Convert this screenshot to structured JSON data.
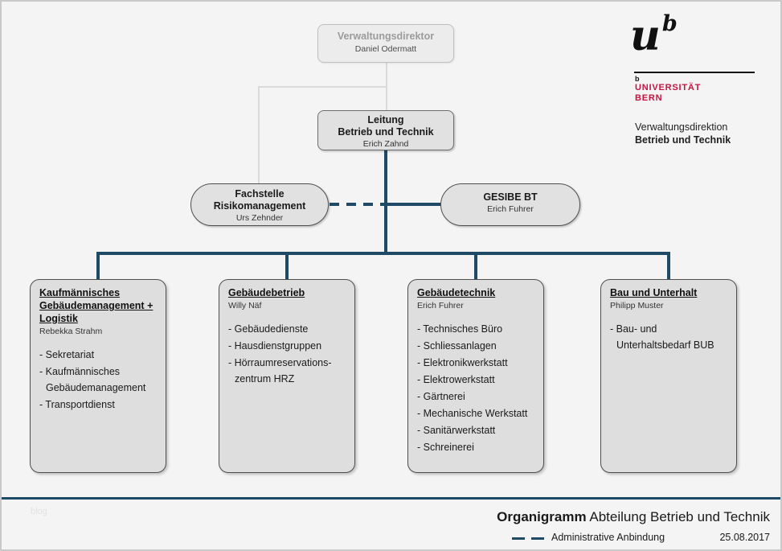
{
  "colors": {
    "line_navy": "#1e4a66",
    "brand_red": "#c51340"
  },
  "logo": {
    "u": "u",
    "b_sup": "b",
    "b_small": "b",
    "university": "UNIVERSITÄT",
    "city": "BERN",
    "org_line1": "Verwaltungsdirektion",
    "org_line2": "Betrieb und Technik"
  },
  "chart": {
    "director": {
      "title": "Verwaltungsdirektor",
      "name": "Daniel Odermatt"
    },
    "leitung": {
      "title": "Leitung\nBetrieb und Technik",
      "name": "Erich Zahnd"
    },
    "fachstelle": {
      "title": "Fachstelle\nRisikomanagement",
      "name": "Urs Zehnder"
    },
    "gesibe": {
      "title": "GESIBE BT",
      "name": "Erich Fuhrer"
    },
    "departments": [
      {
        "title": "Kaufmännisches\nGebäudemanagement +\nLogistik",
        "name": "Rebekka Strahm",
        "items": [
          "Sekretariat",
          "Kaufmännisches\nGebäudemanagement",
          "Transportdienst"
        ]
      },
      {
        "title": "Gebäudebetrieb",
        "name": "Willy Näf",
        "items": [
          "Gebäudedienste",
          "Hausdienstgruppen",
          "Hörraumreservations-\nzentrum HRZ"
        ]
      },
      {
        "title": "Gebäudetechnik",
        "name": "Erich Fuhrer",
        "items": [
          "Technisches Büro",
          "Schliessanlagen",
          "Elektronikwerkstatt",
          "Elektrowerkstatt",
          "Gärtnerei",
          "Mechanische Werkstatt",
          "Sanitärwerkstatt",
          "Schreinerei"
        ]
      },
      {
        "title": "Bau und Unterhalt",
        "name": "Philipp Muster",
        "items": [
          "Bau- und\nUnterhaltsbedarf BUB"
        ]
      }
    ]
  },
  "footer": {
    "watermark": "blog",
    "title_bold": "Organigramm",
    "title_rest": " Abteilung Betrieb und Technik",
    "legend_label": "Administrative Anbindung",
    "date": "25.08.2017"
  }
}
